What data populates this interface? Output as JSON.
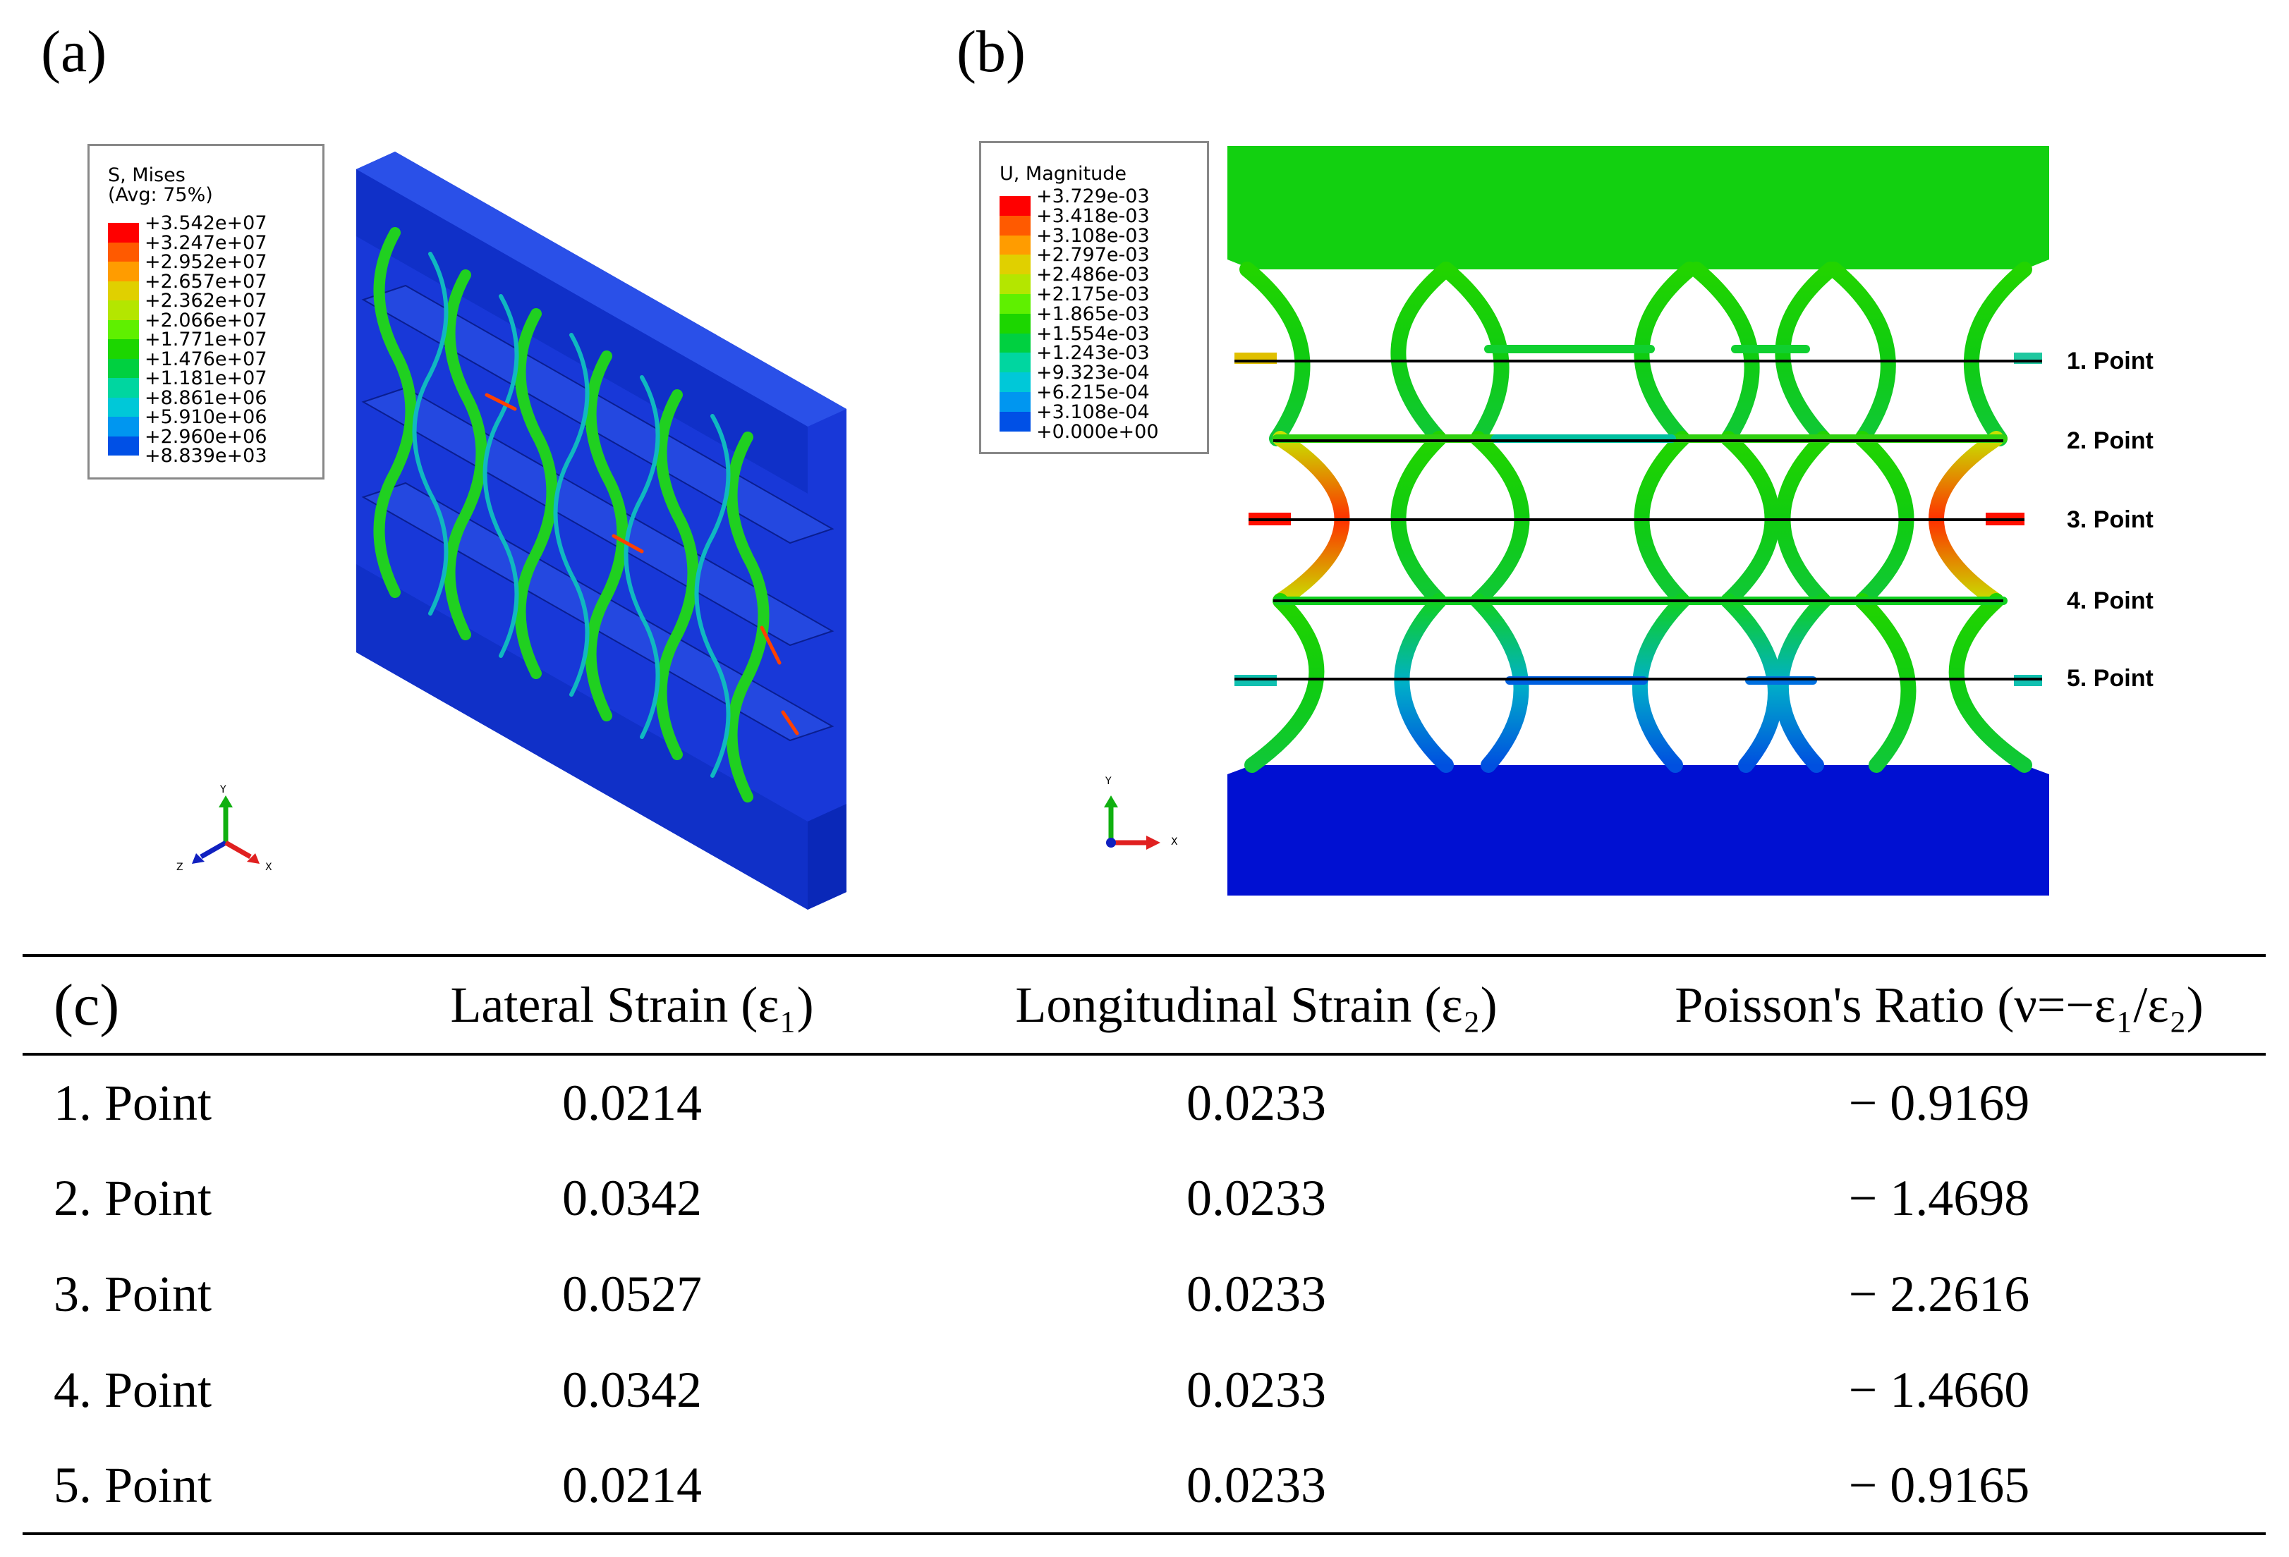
{
  "panels": {
    "a": {
      "label": "(a)",
      "legend": {
        "title_line1": "S, Mises",
        "title_line2": "(Avg: 75%)",
        "values": [
          "+3.542e+07",
          "+3.247e+07",
          "+2.952e+07",
          "+2.657e+07",
          "+2.362e+07",
          "+2.066e+07",
          "+1.771e+07",
          "+1.476e+07",
          "+1.181e+07",
          "+8.861e+06",
          "+5.910e+06",
          "+2.960e+06",
          "+8.839e+03"
        ],
        "colors": [
          "#ff0000",
          "#ff5a00",
          "#ff9c00",
          "#e0d000",
          "#b4e600",
          "#5ff000",
          "#1cd600",
          "#00d040",
          "#00d6a0",
          "#00c8d8",
          "#0096f0",
          "#0050e6",
          "#0010d0"
        ]
      },
      "triad": {
        "y": "Y",
        "z": "Z",
        "x": "X"
      }
    },
    "b": {
      "label": "(b)",
      "legend": {
        "title_line1": "U, Magnitude",
        "values": [
          "+3.729e-03",
          "+3.418e-03",
          "+3.108e-03",
          "+2.797e-03",
          "+2.486e-03",
          "+2.175e-03",
          "+1.865e-03",
          "+1.554e-03",
          "+1.243e-03",
          "+9.323e-04",
          "+6.215e-04",
          "+3.108e-04",
          "+0.000e+00"
        ],
        "colors": [
          "#ff0000",
          "#ff5a00",
          "#ff9c00",
          "#e0d000",
          "#b4e600",
          "#5ff000",
          "#1cd600",
          "#00d040",
          "#00d6a0",
          "#00c8d8",
          "#0096f0",
          "#0050e6",
          "#0010d0"
        ]
      },
      "points": [
        "1. Point",
        "2. Point",
        "3. Point",
        "4. Point",
        "5. Point"
      ],
      "triad": {
        "y": "Y",
        "x": "X"
      }
    },
    "c": {
      "label": "(c)"
    }
  },
  "table": {
    "headers": [
      "Lateral Strain (ε₁)",
      "Longitudinal Strain (ε₂)",
      "Poisson's Ratio (ν=−ε₁/ε₂)"
    ],
    "rows": [
      [
        "1. Point",
        "0.0214",
        "0.0233",
        "− 0.9169"
      ],
      [
        "2. Point",
        "0.0342",
        "0.0233",
        "− 1.4698"
      ],
      [
        "3. Point",
        "0.0527",
        "0.0233",
        "− 2.2616"
      ],
      [
        "4. Point",
        "0.0342",
        "0.0233",
        "− 1.4660"
      ],
      [
        "5. Point",
        "0.0214",
        "0.0233",
        "− 0.9165"
      ]
    ]
  }
}
